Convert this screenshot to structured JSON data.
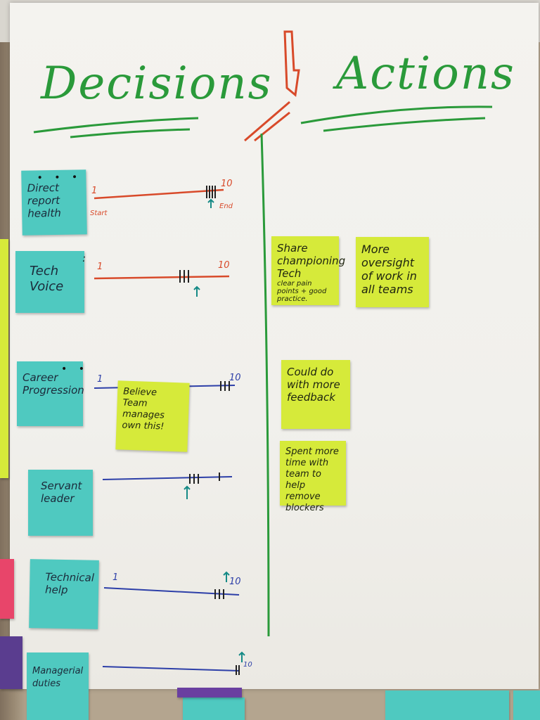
{
  "headings": {
    "left": "Decisions",
    "right": "Actions"
  },
  "decisions": [
    {
      "label": "Direct report health",
      "min": "1",
      "max": "10",
      "start_tag": "Start",
      "end_tag": "End"
    },
    {
      "label": "Tech Voice",
      "min": "1",
      "max": "10"
    },
    {
      "label": "Career Progression",
      "min": "1",
      "max": "10"
    },
    {
      "label": "Servant leader"
    },
    {
      "label": "Technical help",
      "min": "1",
      "max": "10"
    },
    {
      "label": "Managerial duties",
      "max": "10"
    }
  ],
  "side_note": "Believe Team manages own this!",
  "actions": [
    {
      "text": "Share championing Tech",
      "subtext": "clear pain points + good practice."
    },
    {
      "text": "More oversight of work in all teams"
    },
    {
      "text": "Could do with more feedback"
    },
    {
      "text": "Spent more time with team to help remove blockers"
    }
  ],
  "colors": {
    "green_ink": "#2a9a3a",
    "red_ink": "#d84a2a",
    "blue_ink": "#2d3fa8",
    "teal_note": "#4fc9c0",
    "yellow_note": "#d6ea3a"
  }
}
